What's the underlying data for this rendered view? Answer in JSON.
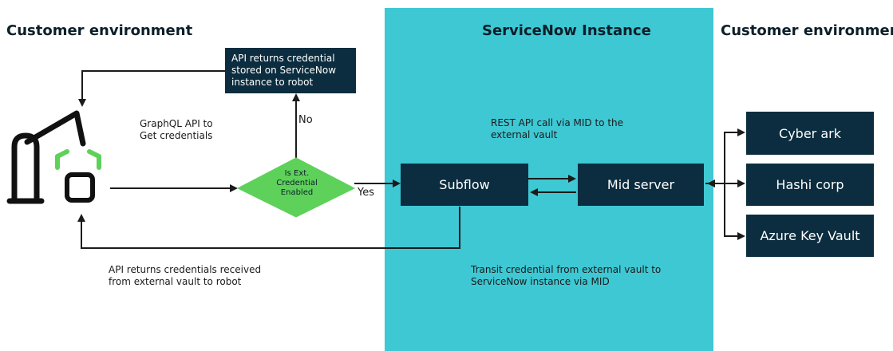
{
  "headings": {
    "left": "Customer environment",
    "center": "ServiceNow Instance",
    "right": "Customer environment"
  },
  "boxes": {
    "api_returns_stored": "API returns credential\nstored on ServiceNow\ninstance to robot",
    "subflow": "Subflow",
    "mid_server": "Mid server",
    "cyber_ark": "Cyber ark",
    "hashi_corp": "Hashi corp",
    "azure_key_vault": "Azure Key Vault"
  },
  "decision": {
    "text": "Is Ext.\nCredential\nEnabled",
    "yes_label": "Yes",
    "no_label": "No"
  },
  "labels": {
    "graphql": "GraphQL API to\nGet credentials",
    "rest_api": "REST API call via MID to the\nexternal vault",
    "api_returns_received": "API returns credentials received\nfrom external vault to robot",
    "transit": "Transit credential from external vault to\nServiceNow instance via MID"
  },
  "icons": {
    "robot": "robot-arm-icon"
  },
  "colors": {
    "band": "#3ec8d3",
    "box": "#0b2d3f",
    "decision": "#5ed15a",
    "arrow": "#1b1b1b"
  }
}
